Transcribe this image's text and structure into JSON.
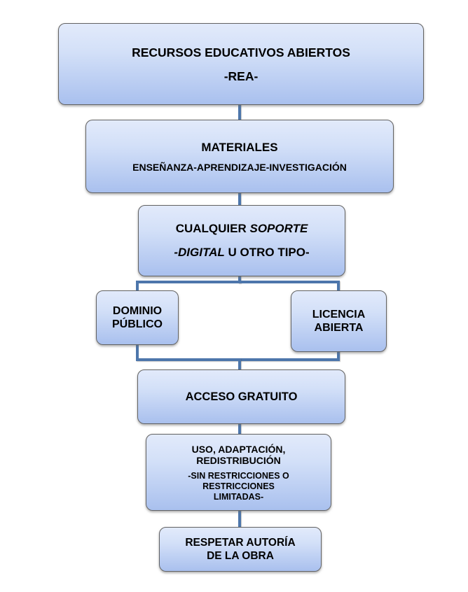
{
  "diagram": {
    "title": "Recursos Educativos Abiertos (REA) flowchart",
    "colors": {
      "background": "#ffffff",
      "box_fill_top": "#e2eafb",
      "box_fill_bottom": "#a9c0ee",
      "box_border": "#636363",
      "connector": "#4d76ab",
      "text": "#000000"
    }
  },
  "nodes": {
    "rea": {
      "line1": "RECURSOS EDUCATIVOS ABIERTOS",
      "line2": "-REA-"
    },
    "materiales": {
      "line1": "MATERIALES",
      "line2": "ENSEÑANZA-APRENDIZAJE-INVESTIGACIÓN"
    },
    "soporte": {
      "line1_normal": "CUALQUIER",
      "line1_italic": "SOPORTE",
      "line2_italic": "-DIGITAL",
      "line2_normal": "U OTRO TIPO-"
    },
    "dominio": {
      "line1": "DOMINIO",
      "line2": "PÚBLICO"
    },
    "licencia": {
      "line1": "LICENCIA",
      "line2": "ABIERTA"
    },
    "acceso": {
      "line1": "ACCESO GRATUITO"
    },
    "uso": {
      "line1": "USO, ADAPTACIÓN,",
      "line2": "REDISTRIBUCIÓN",
      "line3": "-SIN RESTRICCIONES O",
      "line4": "RESTRICCIONES",
      "line5": "LIMITADAS-"
    },
    "respetar": {
      "line1": "RESPETAR AUTORÍA",
      "line2": "DE LA OBRA"
    }
  }
}
